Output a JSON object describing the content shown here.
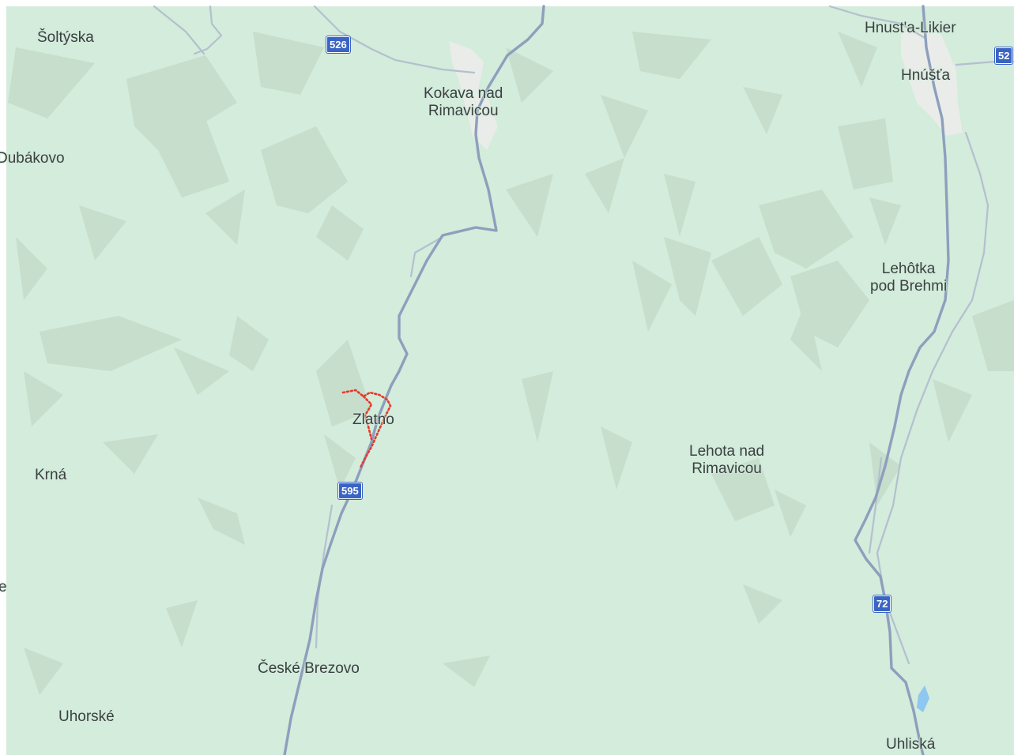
{
  "map": {
    "colors": {
      "land": "#d3ecdb",
      "terrain_shade": "#c4dcc9",
      "urban": "#e9ece8",
      "road_major": "#8e9fbd",
      "road_minor": "#b5bfcf",
      "route_dotted": "#e23b2e",
      "shield": "#3a64c4",
      "water": "#8ec7ef"
    },
    "places": {
      "soltyska": "Šoltýska",
      "kokava_line1": "Kokava nad",
      "kokava_line2": "Rimavicou",
      "hnusta_likier": "Hnust'a-Likier",
      "hnusta": "Hnúšťa",
      "dubakovo": "Dubákovo",
      "lehotka_line1": "Lehôtka",
      "lehotka_line2": "pod Brehmi",
      "zlatno": "Zlatno",
      "krna": "Krná",
      "lehota_line1": "Lehota nad",
      "lehota_line2": "Rimavicou",
      "edge_fragment": "e",
      "ceske_brezovo": "České Brezovo",
      "uhorske": "Uhorské",
      "uhliska": "Uhliská"
    },
    "road_shields": {
      "r526": "526",
      "r52": "52",
      "r595": "595",
      "r72": "72"
    }
  }
}
